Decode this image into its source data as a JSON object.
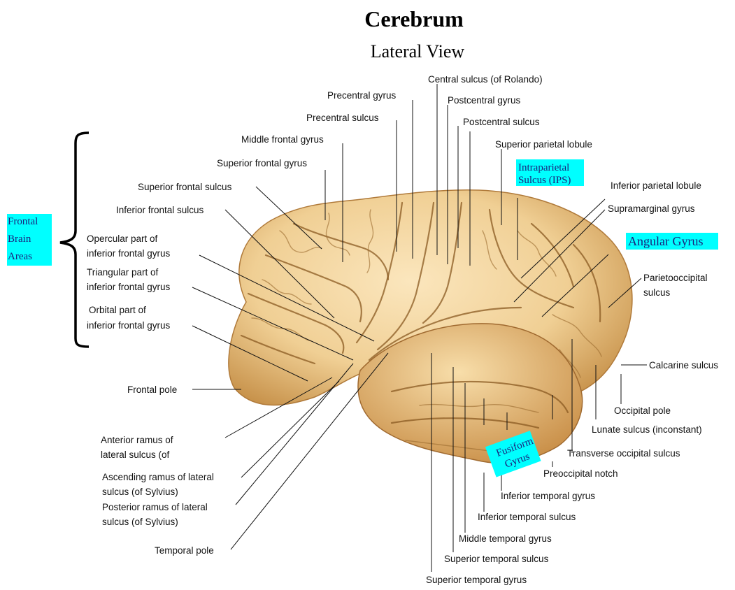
{
  "title": "Cerebrum",
  "subtitle": "Lateral View",
  "labels": {
    "central_sulcus": "Central sulcus (of Rolando)",
    "precentral_gyrus": "Precentral gyrus",
    "postcentral_gyrus": "Postcentral gyrus",
    "precentral_sulcus": "Precentral sulcus",
    "postcentral_sulcus": "Postcentral sulcus",
    "middle_frontal_gyrus": "Middle frontal gyrus",
    "superior_parietal_lobule": "Superior parietal lobule",
    "superior_frontal_gyrus": "Superior frontal gyrus",
    "superior_frontal_sulcus": "Superior frontal sulcus",
    "inferior_parietal_lobule": "Inferior parietal lobule",
    "inferior_frontal_sulcus": "Inferior frontal sulcus",
    "supramarginal_gyrus": "Supramarginal gyrus",
    "opercular_1": "Opercular part of",
    "opercular_2": "inferior frontal gyrus",
    "triangular_1": "Triangular part of",
    "triangular_2": "inferior frontal gyrus",
    "parietooccipital_1": "Parietooccipital",
    "parietooccipital_2": "sulcus",
    "orbital_1": "Orbital part of",
    "orbital_2": "inferior frontal gyrus",
    "calcarine_sulcus": "Calcarine sulcus",
    "frontal_pole": "Frontal pole",
    "occipital_pole": "Occipital pole",
    "lunate_sulcus": "Lunate sulcus (inconstant)",
    "anterior_ramus_1": "Anterior ramus of",
    "anterior_ramus_2": "lateral sulcus (of",
    "transverse_occipital_sulcus": "Transverse occipital sulcus",
    "preoccipital_notch": "Preoccipital notch",
    "ascending_ramus_1": "Ascending ramus of lateral",
    "ascending_ramus_2": "sulcus (of Sylvius)",
    "inferior_temporal_gyrus": "Inferior temporal gyrus",
    "posterior_ramus_1": "Posterior ramus of lateral",
    "posterior_ramus_2": "sulcus (of Sylvius)",
    "inferior_temporal_sulcus": "Inferior temporal sulcus",
    "temporal_pole": "Temporal pole",
    "middle_temporal_gyrus": "Middle temporal gyrus",
    "superior_temporal_sulcus": "Superior temporal sulcus",
    "superior_temporal_gyrus": "Superior temporal gyrus"
  },
  "annotations": {
    "frontal_brain_areas": [
      "Frontal",
      "Brain",
      "Areas"
    ],
    "intraparietal": [
      "Intraparietal",
      "Sulcus (IPS)"
    ],
    "angular_gyrus": "Angular Gyrus",
    "fusiform": [
      "Fusiform",
      "Gyrus"
    ],
    "highlight_color": "#00ffff"
  },
  "colors": {
    "brain_fill": "#f0cf94",
    "brain_shadow": "#c8934c"
  }
}
